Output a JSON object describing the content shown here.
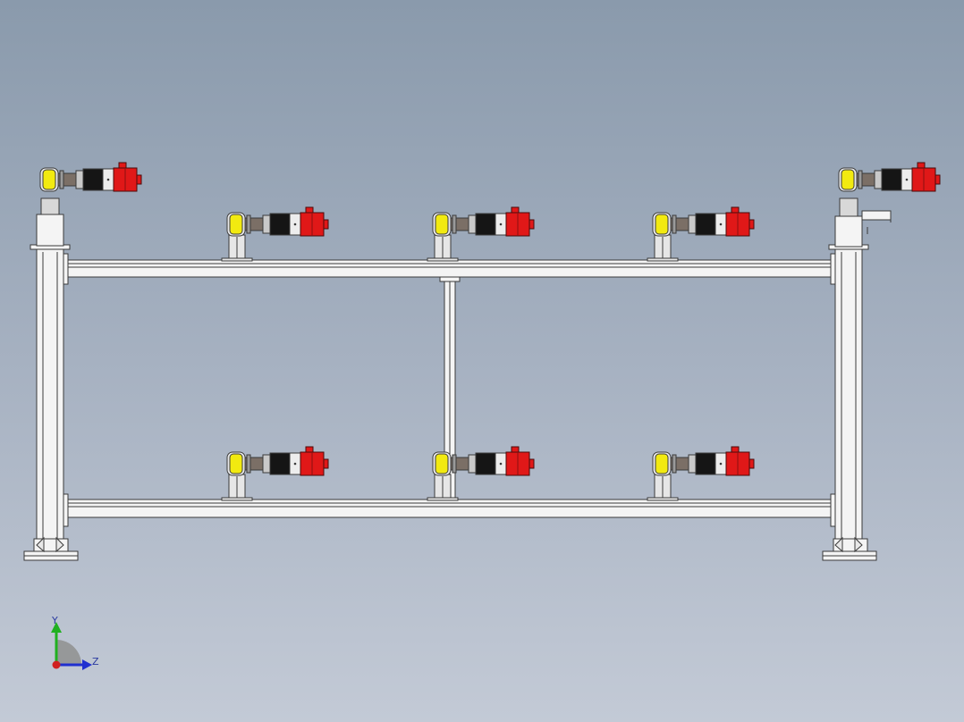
{
  "colors": {
    "background_top": "#8a9aac",
    "background_bottom": "#c3cad6",
    "frame_fill": "#f4f4f4",
    "frame_stroke": "#3a3a3a",
    "motor_red": "#e01818",
    "motor_black": "#151515",
    "bearing_yellow": "#f2ea10",
    "axis_y": "#20b020",
    "axis_z": "#2030d0",
    "axis_origin": "#d02020"
  },
  "motor_units": [
    {
      "row": "top",
      "position": "left-post"
    },
    {
      "row": "upper",
      "position": "left"
    },
    {
      "row": "upper",
      "position": "center"
    },
    {
      "row": "upper",
      "position": "right"
    },
    {
      "row": "top",
      "position": "right-post"
    },
    {
      "row": "lower",
      "position": "left"
    },
    {
      "row": "lower",
      "position": "center"
    },
    {
      "row": "lower",
      "position": "right"
    }
  ],
  "axis_triad": {
    "y_label": "Y",
    "z_label": "Z"
  }
}
